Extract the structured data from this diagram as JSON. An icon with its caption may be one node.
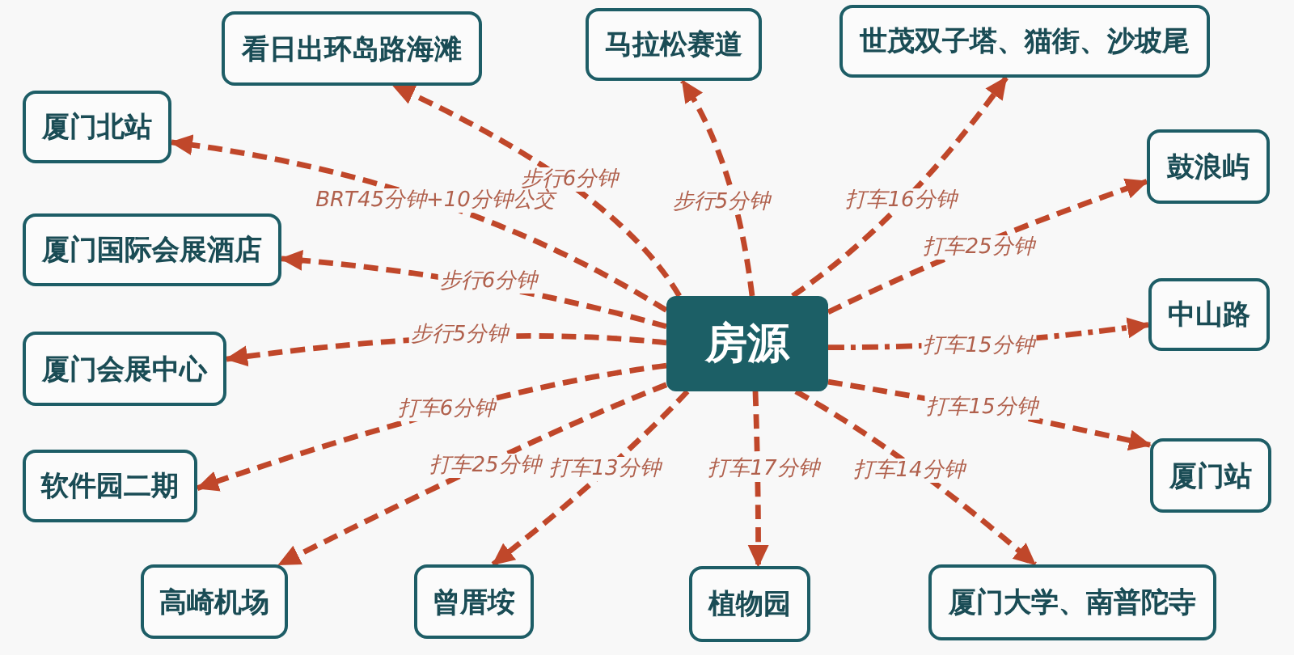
{
  "diagram": {
    "nodes": [
      {
        "text": [
          "看日出环岛路海滩"
        ]
      },
      {
        "text": [
          "马拉松赛道"
        ]
      },
      {
        "text": [
          "世茂双子塔、猫街、沙坡尾"
        ]
      },
      {
        "text": [
          "厦门北站"
        ]
      },
      {
        "text": [
          "鼓浪屿"
        ]
      },
      {
        "text": [
          "厦门国际会展酒店"
        ]
      },
      {
        "text": [
          "房源"
        ]
      },
      {
        "text": [
          "中山路"
        ]
      },
      {
        "text": [
          "厦门会展中心"
        ]
      },
      {
        "text": [
          "软件园二期"
        ]
      },
      {
        "text": [
          "厦门站"
        ]
      },
      {
        "text": [
          "高崎机场"
        ]
      },
      {
        "text": [
          "曾厝垵"
        ]
      },
      {
        "text": [
          "植物园"
        ]
      },
      {
        "text": [
          "厦门大学、南普陀寺"
        ]
      }
    ],
    "edges": [
      {
        "from": 6,
        "to": 0,
        "arrow": "to",
        "label": "步行6分钟",
        "style": "dashed"
      },
      {
        "from": 6,
        "to": 1,
        "arrow": "to",
        "label": "步行5分钟",
        "style": "dashed"
      },
      {
        "from": 6,
        "to": 2,
        "arrow": "to",
        "label": "打车16分钟",
        "style": "dashed"
      },
      {
        "from": 6,
        "to": 3,
        "arrow": "to",
        "label": "BRT45分钟+10分钟公交",
        "style": "dashed"
      },
      {
        "from": 6,
        "to": 4,
        "arrow": "to",
        "label": "打车25分钟",
        "style": "dashed"
      },
      {
        "from": 6,
        "to": 5,
        "arrow": "to",
        "label": "步行6分钟",
        "style": "dashed"
      },
      {
        "from": 6,
        "to": 7,
        "arrow": "to",
        "label": "打车15分钟",
        "style": "dashed"
      },
      {
        "from": 6,
        "to": 8,
        "arrow": "to",
        "label": "步行5分钟",
        "style": "dashed"
      },
      {
        "from": 6,
        "to": 9,
        "arrow": "to",
        "label": "打车6分钟",
        "style": "dashed"
      },
      {
        "from": 6,
        "to": 10,
        "arrow": "to",
        "label": "打车15分钟",
        "style": "dashed"
      },
      {
        "from": 6,
        "to": 11,
        "arrow": "to",
        "label": "打车25分钟",
        "style": "dashed"
      },
      {
        "from": 6,
        "to": 12,
        "arrow": "to",
        "label": "打车13分钟",
        "style": "dashed"
      },
      {
        "from": 6,
        "to": 13,
        "arrow": "to",
        "label": "打车17分钟",
        "style": "dashed"
      },
      {
        "from": 6,
        "to": 14,
        "arrow": "to",
        "label": "打车14分钟",
        "style": "dashed"
      }
    ]
  }
}
